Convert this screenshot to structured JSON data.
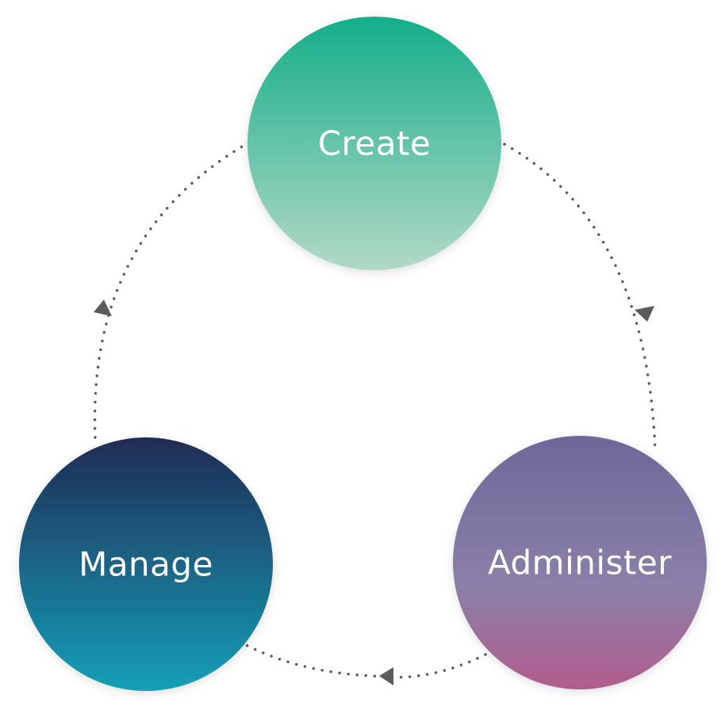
{
  "nodes": [
    {
      "id": "create",
      "label": "Create",
      "gradient": [
        "#14ae8a",
        "#b3d9c6"
      ]
    },
    {
      "id": "administer",
      "label": "Administer",
      "gradient": [
        "#6e6799",
        "#8b80a8",
        "#b25c8c"
      ]
    },
    {
      "id": "manage",
      "label": "Manage",
      "gradient": [
        "#212c55",
        "#1a6486",
        "#179fb8"
      ]
    }
  ],
  "colors": {
    "connector": "#5f5f5f",
    "arrowhead": "#5b5b5b",
    "label_text": "#ffffff"
  },
  "flow": [
    "create",
    "administer",
    "manage",
    "create"
  ]
}
